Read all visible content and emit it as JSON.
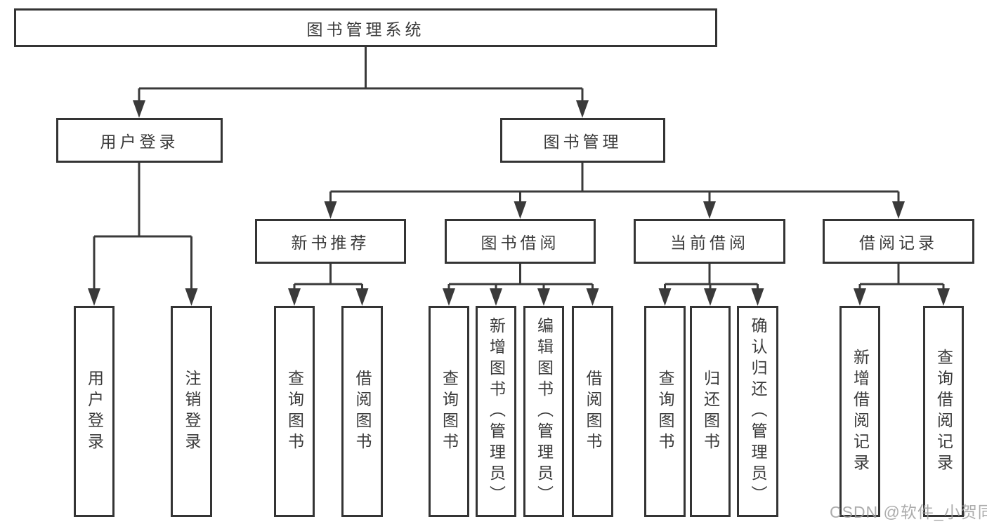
{
  "tree": {
    "label": "图书管理系统",
    "children": [
      {
        "label": "用户登录",
        "children": [
          {
            "label": "用户登录"
          },
          {
            "label": "注销登录"
          }
        ]
      },
      {
        "label": "图书管理",
        "children": [
          {
            "label": "新书推荐",
            "children": [
              {
                "label": "查询图书"
              },
              {
                "label": "借阅图书"
              }
            ]
          },
          {
            "label": "图书借阅",
            "children": [
              {
                "label": "查询图书"
              },
              {
                "label": "新增图书（管理员）"
              },
              {
                "label": "编辑图书（管理员）"
              },
              {
                "label": "借阅图书"
              }
            ]
          },
          {
            "label": "当前借阅",
            "children": [
              {
                "label": "查询图书"
              },
              {
                "label": "归还图书"
              },
              {
                "label": "确认归还（管理员）"
              }
            ]
          },
          {
            "label": "借阅记录",
            "children": [
              {
                "label": "新增借阅记录"
              },
              {
                "label": "查询借阅记录"
              }
            ]
          }
        ]
      }
    ]
  },
  "watermark": {
    "text": "CSDN @软件_小贺同学",
    "color": "#9e9e9e"
  },
  "colors": {
    "background": "#ffffff",
    "box_border": "#343434",
    "connector": "#3a3a3a",
    "text": "#3a3a3a"
  }
}
